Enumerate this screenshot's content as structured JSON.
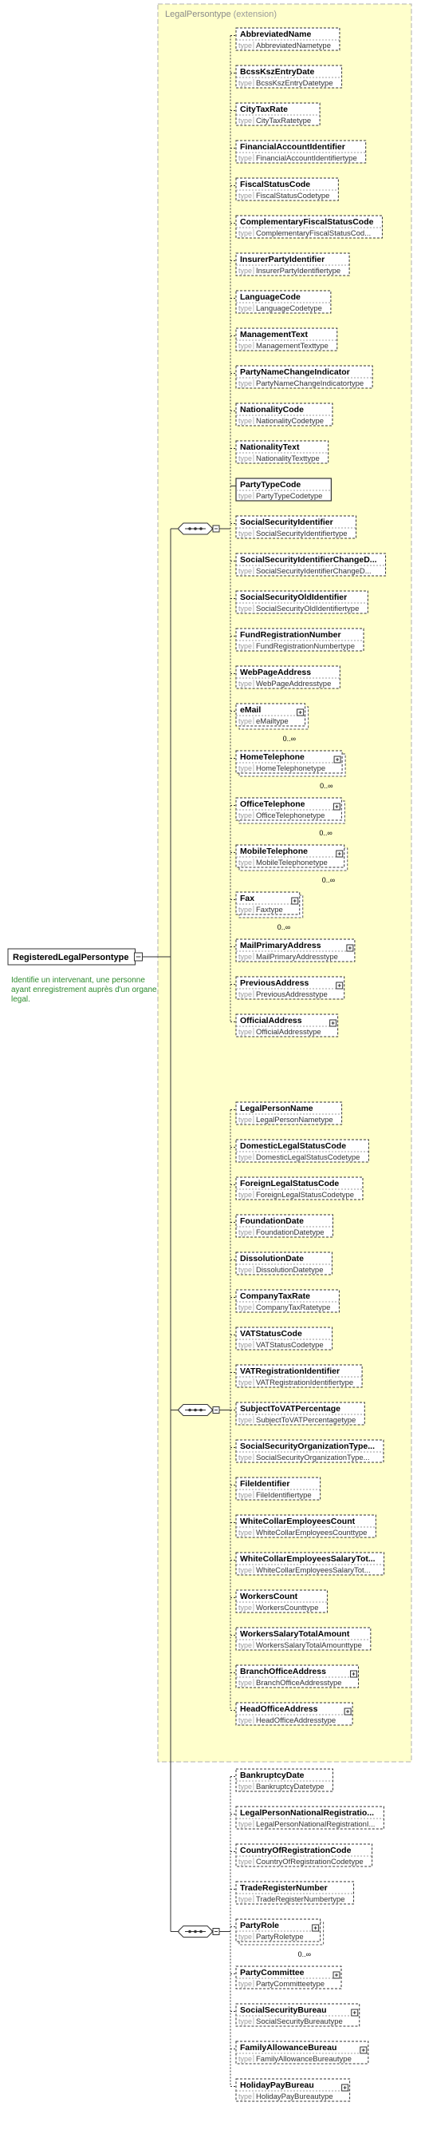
{
  "extension": {
    "name": "LegalPersontype",
    "kind": "(extension)"
  },
  "root": {
    "name": "RegisteredLegalPersontype",
    "description": "Identifie un intervenant, une personne ayant enregistrement auprès d'un organe legal."
  },
  "type_label": "type",
  "occurrence_unbounded": "0..∞",
  "groups": [
    {
      "id": "party",
      "elements": [
        {
          "name": "AbbreviatedName",
          "type": "AbbreviatedNametype"
        },
        {
          "name": "BcssKszEntryDate",
          "type": "BcssKszEntryDatetype"
        },
        {
          "name": "CityTaxRate",
          "type": "CityTaxRatetype"
        },
        {
          "name": "FinancialAccountIdentifier",
          "type": "FinancialAccountIdentifiertype"
        },
        {
          "name": "FiscalStatusCode",
          "type": "FiscalStatusCodetype"
        },
        {
          "name": "ComplementaryFiscalStatusCode",
          "type": "ComplementaryFiscalStatusCod..."
        },
        {
          "name": "InsurerPartyIdentifier",
          "type": "InsurerPartyIdentifiertype"
        },
        {
          "name": "LanguageCode",
          "type": "LanguageCodetype"
        },
        {
          "name": "ManagementText",
          "type": "ManagementTexttype"
        },
        {
          "name": "PartyNameChangeIndicator",
          "type": "PartyNameChangeIndicatortype"
        },
        {
          "name": "NationalityCode",
          "type": "NationalityCodetype"
        },
        {
          "name": "NationalityText",
          "type": "NationalityTexttype"
        },
        {
          "name": "PartyTypeCode",
          "type": "PartyTypeCodetype",
          "mandatory": true
        },
        {
          "name": "SocialSecurityIdentifier",
          "type": "SocialSecurityIdentifiertype"
        },
        {
          "name": "SocialSecurityIdentifierChangeD...",
          "type": "SocialSecurityIdentifierChangeD..."
        },
        {
          "name": "SocialSecurityOldIdentifier",
          "type": "SocialSecurityOldIdentifiertype"
        },
        {
          "name": "FundRegistrationNumber",
          "type": "FundRegistrationNumbertype"
        },
        {
          "name": "WebPageAddress",
          "type": "WebPageAddresstype"
        },
        {
          "name": "eMail",
          "type": "eMailtype",
          "expand": true,
          "multi": true,
          "occurs": true
        },
        {
          "name": "HomeTelephone",
          "type": "HomeTelephonetype",
          "expand": true,
          "multi": true,
          "occurs": true
        },
        {
          "name": "OfficeTelephone",
          "type": "OfficeTelephonetype",
          "expand": true,
          "multi": true,
          "occurs": true
        },
        {
          "name": "MobileTelephone",
          "type": "MobileTelephonetype",
          "expand": true,
          "multi": true,
          "occurs": true
        },
        {
          "name": "Fax",
          "type": "Faxtype",
          "expand": true,
          "multi": true,
          "occurs": true
        },
        {
          "name": "MailPrimaryAddress",
          "type": "MailPrimaryAddresstype",
          "expand": true
        },
        {
          "name": "PreviousAddress",
          "type": "PreviousAddresstype",
          "expand": true
        },
        {
          "name": "OfficialAddress",
          "type": "OfficialAddresstype",
          "expand": true
        }
      ]
    },
    {
      "id": "legal",
      "elements": [
        {
          "name": "LegalPersonName",
          "type": "LegalPersonNametype"
        },
        {
          "name": "DomesticLegalStatusCode",
          "type": "DomesticLegalStatusCodetype"
        },
        {
          "name": "ForeignLegalStatusCode",
          "type": "ForeignLegalStatusCodetype"
        },
        {
          "name": "FoundationDate",
          "type": "FoundationDatetype"
        },
        {
          "name": "DissolutionDate",
          "type": "DissolutionDatetype"
        },
        {
          "name": "CompanyTaxRate",
          "type": "CompanyTaxRatetype"
        },
        {
          "name": "VATStatusCode",
          "type": "VATStatusCodetype"
        },
        {
          "name": "VATRegistrationIdentifier",
          "type": "VATRegistrationIdentifiertype"
        },
        {
          "name": "SubjectToVATPercentage",
          "type": "SubjectToVATPercentagetype"
        },
        {
          "name": "SocialSecurityOrganizationType...",
          "type": "SocialSecurityOrganizationType..."
        },
        {
          "name": "FileIdentifier",
          "type": "FileIdentifiertype"
        },
        {
          "name": "WhiteCollarEmployeesCount",
          "type": "WhiteCollarEmployeesCounttype"
        },
        {
          "name": "WhiteCollarEmployeesSalaryTot...",
          "type": "WhiteCollarEmployeesSalaryTot..."
        },
        {
          "name": "WorkersCount",
          "type": "WorkersCounttype"
        },
        {
          "name": "WorkersSalaryTotalAmount",
          "type": "WorkersSalaryTotalAmounttype"
        },
        {
          "name": "BranchOfficeAddress",
          "type": "BranchOfficeAddresstype",
          "expand": true
        },
        {
          "name": "HeadOfficeAddress",
          "type": "HeadOfficeAddresstype",
          "expand": true
        }
      ]
    },
    {
      "id": "registered",
      "elements": [
        {
          "name": "BankruptcyDate",
          "type": "BankruptcyDatetype"
        },
        {
          "name": "LegalPersonNationalRegistratio...",
          "type": "LegalPersonNationalRegistrationI..."
        },
        {
          "name": "CountryOfRegistrationCode",
          "type": "CountryOfRegistrationCodetype"
        },
        {
          "name": "TradeRegisterNumber",
          "type": "TradeRegisterNumbertype"
        },
        {
          "name": "PartyRole",
          "type": "PartyRoletype",
          "expand": true,
          "multi": true,
          "occurs": true
        },
        {
          "name": "PartyCommittee",
          "type": "PartyCommitteetype",
          "expand": true
        },
        {
          "name": "SocialSecurityBureau",
          "type": "SocialSecurityBureautype",
          "expand": true
        },
        {
          "name": "FamilyAllowanceBureau",
          "type": "FamilyAllowanceBureautype",
          "expand": true
        },
        {
          "name": "HolidayPayBureau",
          "type": "HolidayPayBureautype",
          "expand": true
        }
      ]
    }
  ]
}
